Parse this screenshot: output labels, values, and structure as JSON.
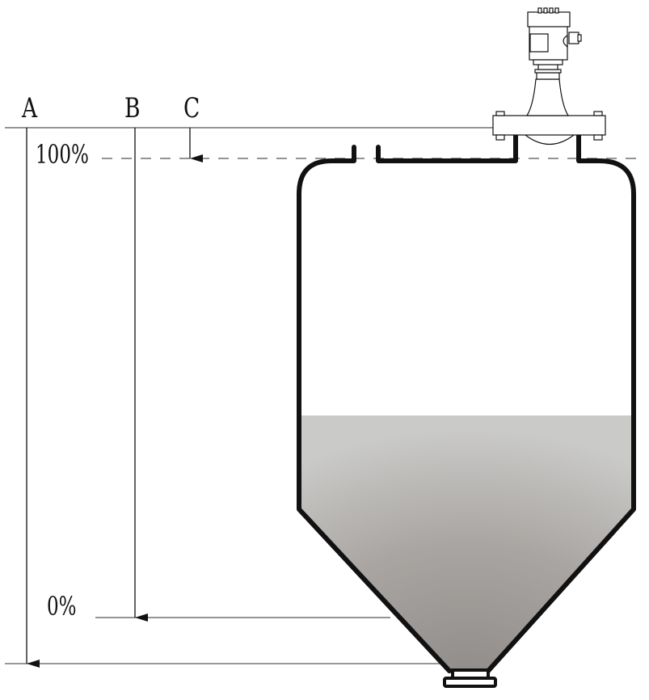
{
  "diagram": {
    "type": "radar-level-sensor-silo-measurement",
    "labels": {
      "a": "A",
      "b": "B",
      "c": "C",
      "full": "100%",
      "empty": "0%"
    },
    "colors": {
      "line": "#111111",
      "thin_line": "#555555",
      "fill_top": "#c9c8c6",
      "fill_bottom": "#8f8b88",
      "background": "#ffffff"
    },
    "fill_level_percent": 52
  }
}
